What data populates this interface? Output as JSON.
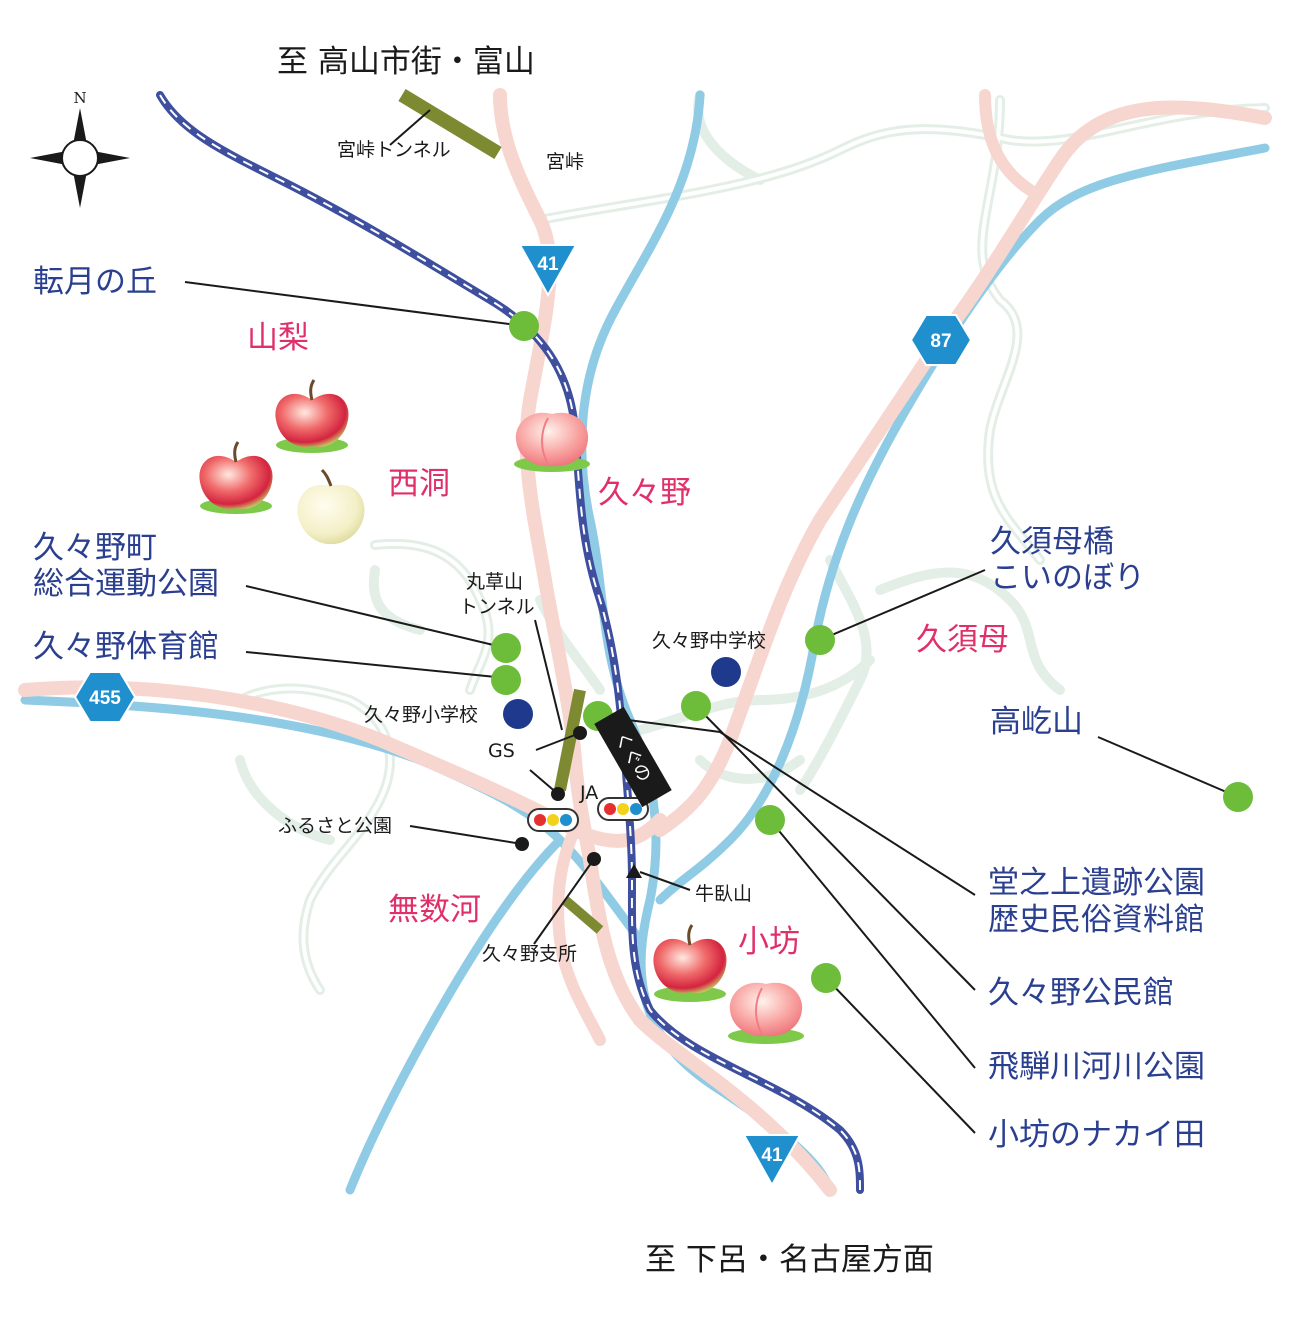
{
  "destinations": {
    "north": "至 高山市街・富山",
    "south": "至 下呂・名古屋方面"
  },
  "compass": {
    "north_letter": "N"
  },
  "routes": {
    "r41_top": "41",
    "r41_bottom": "41",
    "r87": "87",
    "r455": "455"
  },
  "area_names": {
    "yamanashi": "山梨",
    "nishibora": "西洞",
    "kuguno": "久々野",
    "kusumo": "久須母",
    "musuko": "無数河",
    "kobo": "小坊"
  },
  "places": {
    "tengetsu": "転月の丘",
    "sports_park_line1": "久々野町",
    "sports_park_line2": "総合運動公園",
    "gym": "久々野体育館",
    "kusumo_bridge_line1": "久須母橋",
    "kusumo_bridge_line2": "こいのぼり",
    "takagiyama": "高屹山",
    "donoue_line1": "堂之上遺跡公園",
    "donoue_line2": "歴史民俗資料館",
    "community_hall": "久々野公民館",
    "river_park": "飛騨川河川公園",
    "nakaida": "小坊のナカイ田"
  },
  "small_labels": {
    "miyatoge_tunnel": "宮峠トンネル",
    "miyatoge": "宮峠",
    "marukusayama_line1": "丸草山",
    "marukusayama_line2": "トンネル",
    "middle_school": "久々野中学校",
    "elementary_school": "久々野小学校",
    "gs": "GS",
    "ja": "JA",
    "furusato_park": "ふるさと公園",
    "branch_office": "久々野支所",
    "gyugayama": "牛臥山",
    "station": "くぐの"
  },
  "colors": {
    "label_blue": "#2a3f8f",
    "label_pink": "#e0306a",
    "poi_green": "#6dbd3a",
    "school_navy": "#1f3a8c",
    "route_sign": "#1f8fce",
    "river": "#8fcbe5",
    "road_main": "#f7d6d0",
    "railway": "#3d4f9e",
    "tunnel": "#7d8a32"
  }
}
